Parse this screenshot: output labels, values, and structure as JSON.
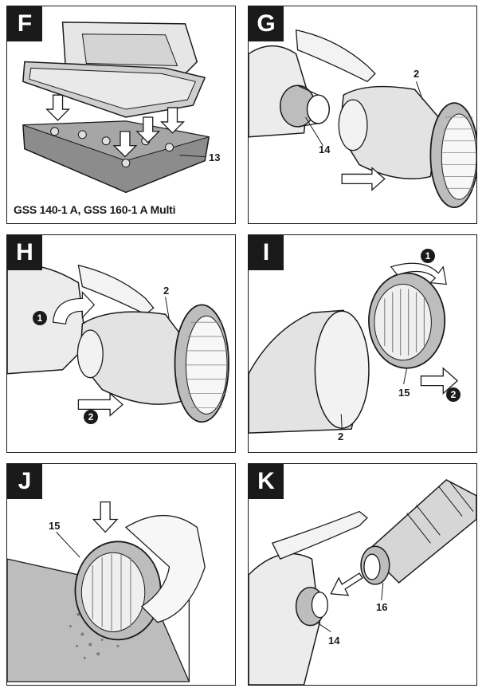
{
  "panels": {
    "F": {
      "letter": "F",
      "callouts": {
        "c13": "13"
      },
      "model_text": "GSS 140-1 A, GSS 160-1 A Multi"
    },
    "G": {
      "letter": "G",
      "callouts": {
        "c2": "2",
        "c14": "14"
      }
    },
    "H": {
      "letter": "H",
      "callouts": {
        "c2": "2"
      },
      "steps": {
        "s1": "1",
        "s2": "2"
      }
    },
    "I": {
      "letter": "I",
      "callouts": {
        "c2": "2",
        "c15": "15"
      },
      "steps": {
        "s1": "1",
        "s2": "2"
      }
    },
    "J": {
      "letter": "J",
      "callouts": {
        "c15": "15"
      }
    },
    "K": {
      "letter": "K",
      "callouts": {
        "c14": "14",
        "c16": "16"
      }
    }
  },
  "colors": {
    "ink": "#1a1a1a",
    "gray": "#9a9a9a",
    "light_gray": "#d8d8d8",
    "surface": "#bdbdbd"
  }
}
